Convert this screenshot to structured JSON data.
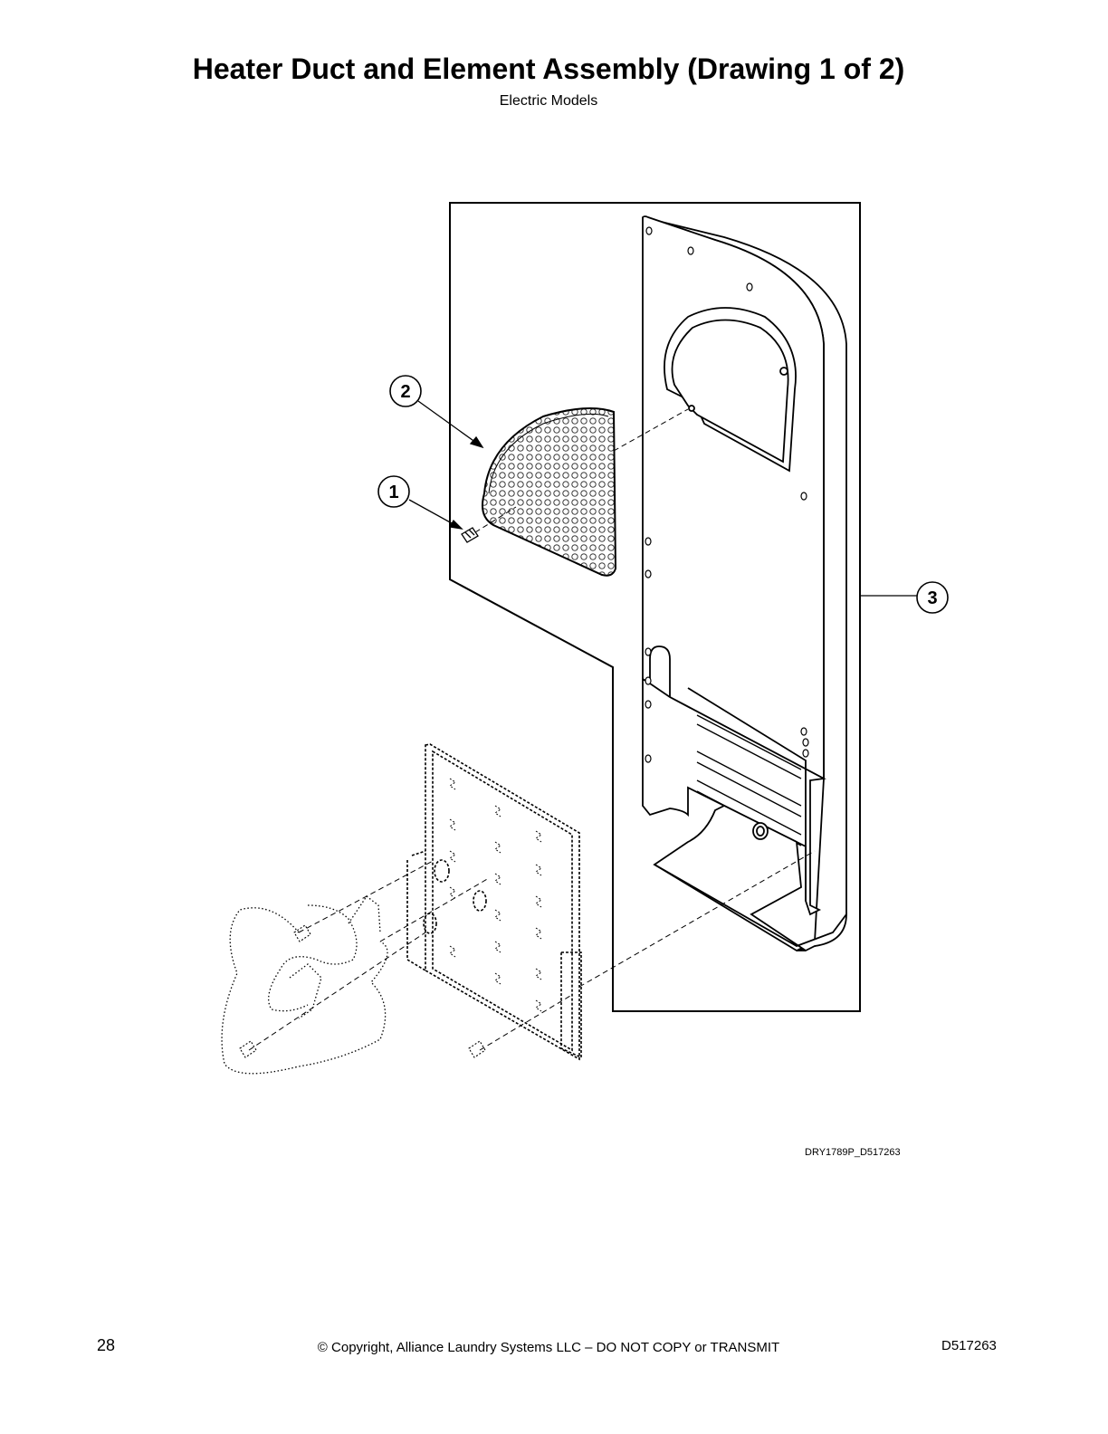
{
  "header": {
    "title": "Heater Duct and Element Assembly (Drawing 1 of 2)",
    "subtitle": "Electric Models"
  },
  "figure": {
    "callouts": [
      "1",
      "2",
      "3"
    ],
    "drawing_code": "DRY1789P_D517263"
  },
  "footer": {
    "page_number": "28",
    "copyright": "© Copyright, Alliance Laundry Systems LLC – DO NOT COPY or TRANSMIT",
    "doc_id": "D517263"
  }
}
